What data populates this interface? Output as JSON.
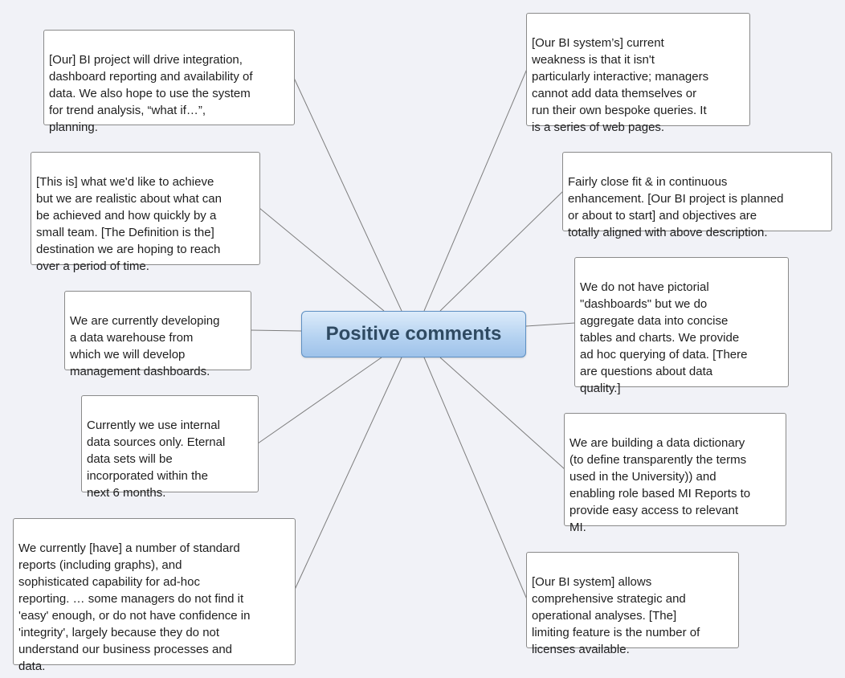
{
  "central": {
    "title": "Positive comments"
  },
  "topics": [
    {
      "text": "[Our] BI project will drive integration,\ndashboard reporting and availability of\ndata.  We also hope to use the system\nfor trend analysis, “what if…”,\nplanning."
    },
    {
      "text": "[This is] what we'd like to achieve\nbut we are realistic about what can\nbe achieved and how quickly by a\nsmall team.  [The Definition is the]\ndestination we are hoping to reach\n over a period of time."
    },
    {
      "text": "We are currently developing\na data warehouse from\nwhich we will develop\nmanagement dashboards."
    },
    {
      "text": "Currently we use internal\ndata sources only.  Eternal\ndata sets will be\nincorporated within the\n next 6 months."
    },
    {
      "text": "We currently [have] a number of standard\nreports (including graphs), and\nsophisticated capability for ad-hoc\nreporting.  … some managers do not find it\n'easy' enough, or do not have confidence in\n'integrity', largely because they do not\nunderstand our business processes and\n data."
    },
    {
      "text": "[Our BI system’s] current\nweakness is that it isn't\nparticularly interactive; managers\ncannot add data themselves or\nrun their own bespoke queries.  It\n is a series of web pages."
    },
    {
      "text": "Fairly close fit & in continuous\nenhancement.  [Our BI project is planned\nor about to start] and objectives are\n totally aligned with above description."
    },
    {
      "text": "We do not have pictorial\n\"dashboards\" but we do\naggregate data into concise\ntables and charts.  We provide\nad hoc querying of data.  [There\nare questions about data\n quality.]"
    },
    {
      "text": "We are building a data dictionary\n(to define transparently the terms\nused in the University)) and\nenabling role based MI Reports to\nprovide easy access to relevant\n MI."
    },
    {
      "text": "[Our BI system] allows\ncomprehensive strategic and\noperational analyses. [The]\nlimiting feature is the number of\n licenses available."
    }
  ]
}
